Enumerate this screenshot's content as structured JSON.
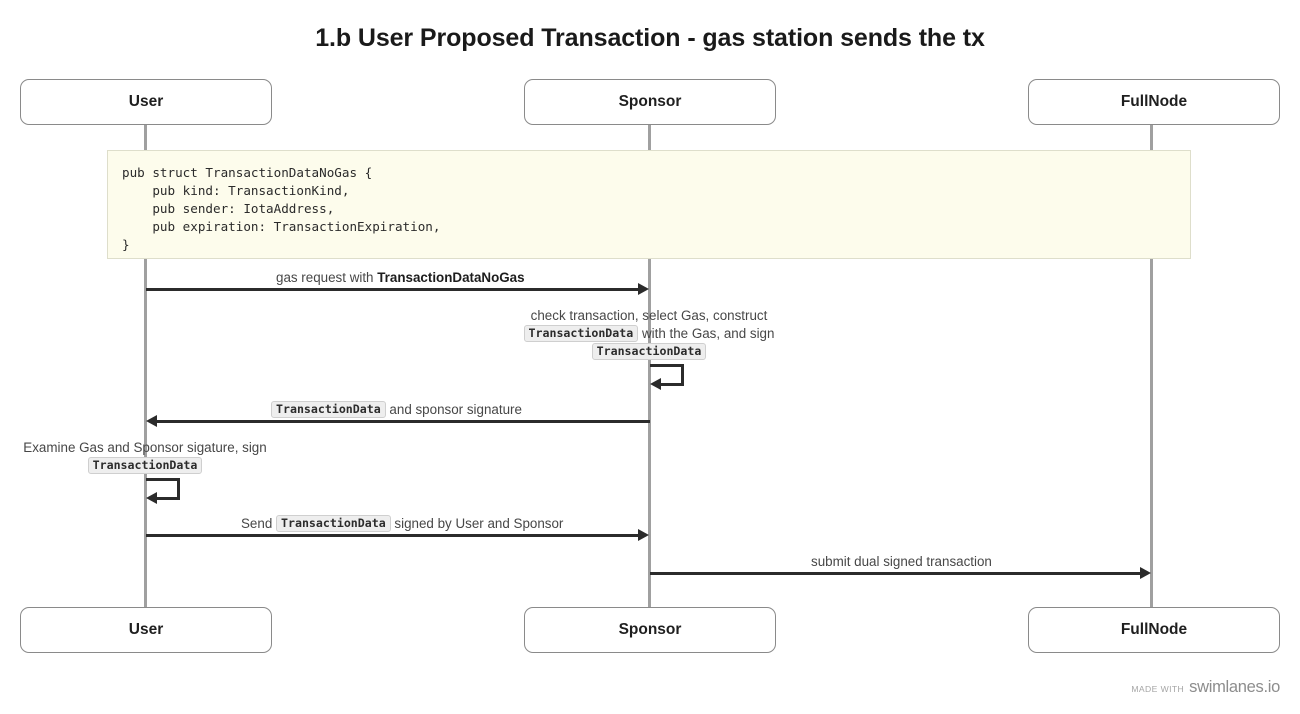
{
  "diagram": {
    "title": "1.b User Proposed Transaction - gas station sends the tx",
    "type": "sequence",
    "actors": [
      {
        "name": "User",
        "label": "User"
      },
      {
        "name": "Sponsor",
        "label": "Sponsor"
      },
      {
        "name": "FullNode",
        "label": "FullNode"
      }
    ],
    "note": {
      "attached_to": "User",
      "code": "pub struct TransactionDataNoGas {\n    pub kind: TransactionKind,\n    pub sender: IotaAddress,\n    pub expiration: TransactionExpiration,\n}"
    },
    "messages": [
      {
        "index": 1,
        "kind": "arrow",
        "from": "User",
        "to": "Sponsor",
        "direction": "right",
        "label_plain": "gas request with TransactionDataNoGas",
        "label_parts": [
          {
            "type": "text",
            "value": "gas request with "
          },
          {
            "type": "bold",
            "value": "TransactionDataNoGas"
          }
        ]
      },
      {
        "index": 2,
        "kind": "self",
        "from": "Sponsor",
        "to": "Sponsor",
        "label_plain": "check transaction, select Gas, construct TransactionData with the Gas, and sign TransactionData",
        "label_lines": [
          [
            {
              "type": "text",
              "value": "check transaction, select Gas, construct"
            }
          ],
          [
            {
              "type": "code",
              "value": "TransactionData"
            },
            {
              "type": "text",
              "value": " with the Gas, and sign"
            }
          ],
          [
            {
              "type": "code",
              "value": "TransactionData"
            }
          ]
        ]
      },
      {
        "index": 3,
        "kind": "arrow",
        "from": "Sponsor",
        "to": "User",
        "direction": "left",
        "label_plain": "TransactionData and sponsor signature",
        "label_parts": [
          {
            "type": "code",
            "value": "TransactionData"
          },
          {
            "type": "text",
            "value": " and sponsor signature"
          }
        ]
      },
      {
        "index": 4,
        "kind": "self",
        "from": "User",
        "to": "User",
        "label_plain": "Examine Gas and Sponsor sigature, sign TransactionData",
        "label_lines": [
          [
            {
              "type": "text",
              "value": "Examine Gas and Sponsor sigature, sign"
            }
          ],
          [
            {
              "type": "code",
              "value": "TransactionData"
            }
          ]
        ]
      },
      {
        "index": 5,
        "kind": "arrow",
        "from": "User",
        "to": "Sponsor",
        "direction": "right",
        "label_plain": "Send TransactionData signed by User and Sponsor",
        "label_parts": [
          {
            "type": "text",
            "value": "Send "
          },
          {
            "type": "code",
            "value": "TransactionData"
          },
          {
            "type": "text",
            "value": " signed by User and Sponsor"
          }
        ]
      },
      {
        "index": 6,
        "kind": "arrow",
        "from": "Sponsor",
        "to": "FullNode",
        "direction": "right",
        "label_plain": "submit dual signed transaction",
        "label_parts": [
          {
            "type": "text",
            "value": "submit dual signed transaction"
          }
        ]
      }
    ]
  },
  "watermark": {
    "made_with": "Made with",
    "brand": "swimlanes.io"
  },
  "colors": {
    "note_background": "#fdfcec",
    "note_border": "#dedecb",
    "lifeline": "#a0a0a0",
    "arrow": "#2b2b2b",
    "actor_border": "#8a8a8a",
    "label_text": "#474747",
    "chip_background": "#eeeeee",
    "title_text": "#1a1a1a"
  }
}
